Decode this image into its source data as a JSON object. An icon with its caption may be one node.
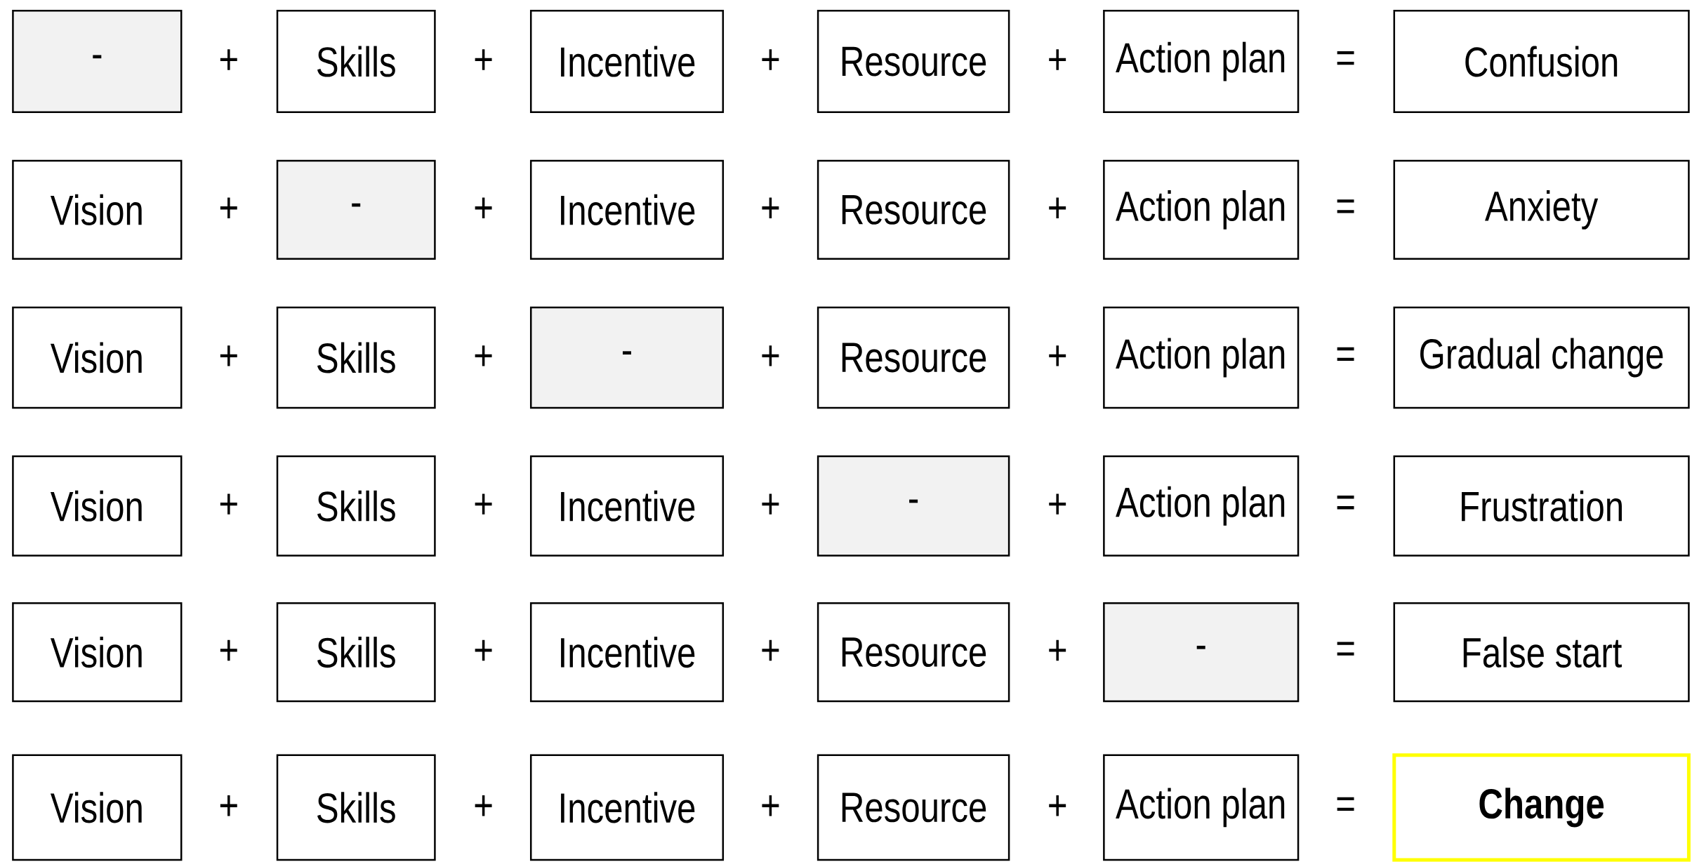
{
  "diagram": {
    "nodes": [
      {
        "text": [
          "-"
        ]
      },
      {
        "text": [
          "Skills"
        ]
      },
      {
        "text": [
          "Incentive"
        ]
      },
      {
        "text": [
          "Resource"
        ]
      },
      {
        "text": [
          "Action plan"
        ]
      },
      {
        "text": [
          "Confusion"
        ]
      },
      {
        "text": [
          "Vision"
        ]
      },
      {
        "text": [
          "-"
        ]
      },
      {
        "text": [
          "Incentive"
        ]
      },
      {
        "text": [
          "Resource"
        ]
      },
      {
        "text": [
          "Action plan"
        ]
      },
      {
        "text": [
          "Anxiety"
        ]
      },
      {
        "text": [
          "Vision"
        ]
      },
      {
        "text": [
          "Skills"
        ]
      },
      {
        "text": [
          "-"
        ]
      },
      {
        "text": [
          "Resource"
        ]
      },
      {
        "text": [
          "Action plan"
        ]
      },
      {
        "text": [
          "Gradual change"
        ]
      },
      {
        "text": [
          "Vision"
        ]
      },
      {
        "text": [
          "Skills"
        ]
      },
      {
        "text": [
          "Incentive"
        ]
      },
      {
        "text": [
          "-"
        ]
      },
      {
        "text": [
          "Action plan"
        ]
      },
      {
        "text": [
          "Frustration"
        ]
      },
      {
        "text": [
          "Vision"
        ]
      },
      {
        "text": [
          "Skills"
        ]
      },
      {
        "text": [
          "Incentive"
        ]
      },
      {
        "text": [
          "Resource"
        ]
      },
      {
        "text": [
          "-"
        ]
      },
      {
        "text": [
          "False start"
        ]
      },
      {
        "text": [
          "Vision"
        ]
      },
      {
        "text": [
          "Skills"
        ]
      },
      {
        "text": [
          "Incentive"
        ]
      },
      {
        "text": [
          "Resource"
        ]
      },
      {
        "text": [
          "Action plan"
        ]
      },
      {
        "text": [
          "Change"
        ]
      }
    ],
    "labels": [
      "+",
      "+",
      "+",
      "+",
      "=",
      "+",
      "+",
      "+",
      "+",
      "=",
      "+",
      "+",
      "+",
      "+",
      "=",
      "+",
      "+",
      "+",
      "+",
      "=",
      "+",
      "+",
      "+",
      "+",
      "=",
      "+",
      "+",
      "+",
      "+",
      "="
    ]
  }
}
